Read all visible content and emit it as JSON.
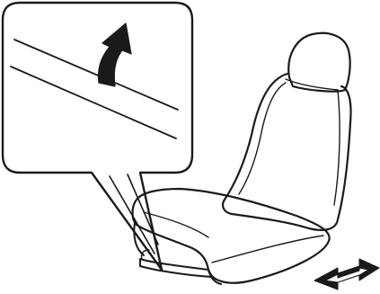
{
  "figure": {
    "type": "line-illustration",
    "subject": "vehicle-seat-slide-adjustment",
    "callout": {
      "shape": "rounded-rectangle-with-pointer",
      "contents": [
        "lever",
        "up-arrow"
      ]
    },
    "arrows": [
      {
        "name": "lift-lever-arrow",
        "direction": "up"
      },
      {
        "name": "seat-slide-arrow",
        "direction": "forward-and-backward"
      }
    ],
    "colors": {
      "ink": "#1a1a1a",
      "background": "#ffffff",
      "arrow_fill": "#1a1a1a"
    }
  }
}
